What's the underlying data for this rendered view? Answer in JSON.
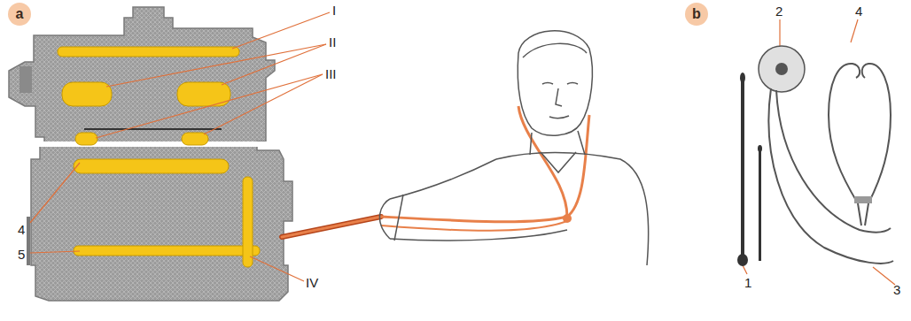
{
  "diagram": {
    "nodes": [
      {
        "text": [
          "a"
        ]
      },
      {
        "text": [
          "b"
        ]
      }
    ],
    "labels": [
      "I",
      "II",
      "III",
      "4",
      "5",
      "IV",
      "2",
      "4",
      "1",
      "3"
    ]
  }
}
